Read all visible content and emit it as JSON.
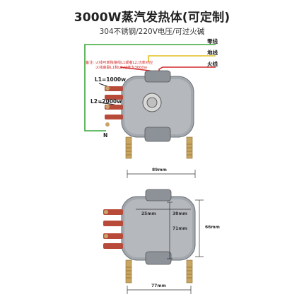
{
  "title": "3000W蒸汽发热体(可定制)",
  "subtitle": "304不锈钢/220V电压/可过火碱",
  "wires": {
    "neutral": "零线",
    "ground": "地线",
    "live": "火线"
  },
  "note": {
    "prefix": "备注:",
    "line1": "火线可单独接线L1或者L2,功率对应",
    "line2": "火线串联L1和L2,功率为3000w"
  },
  "loads": {
    "l1": "L1=1000w",
    "l2": "L2=2000w",
    "n": "N"
  },
  "dimensions": {
    "top_width": "89mm",
    "inner_left": "25mm",
    "inner_mid": "38mm",
    "inner_height": "71mm",
    "outer_height": "66mm",
    "bottom_width": "77mm"
  },
  "colors": {
    "neutral_wire": "#3aa63a",
    "ground_wire": "#e0c020",
    "live_wire": "#d42a2a",
    "body": "#9aa0a8"
  }
}
